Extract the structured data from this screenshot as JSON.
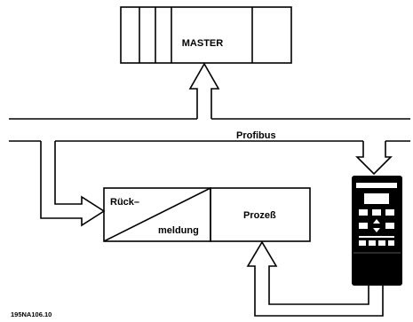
{
  "master": {
    "label": "MASTER"
  },
  "bus": {
    "label": "Profibus"
  },
  "feedback_block": {
    "label_line1": "Rück–",
    "label_line2": "meldung"
  },
  "process_block": {
    "label": "Prozeß"
  },
  "drive": {
    "icon": "frequency-converter-icon"
  },
  "figure_id": "195NA106.10"
}
